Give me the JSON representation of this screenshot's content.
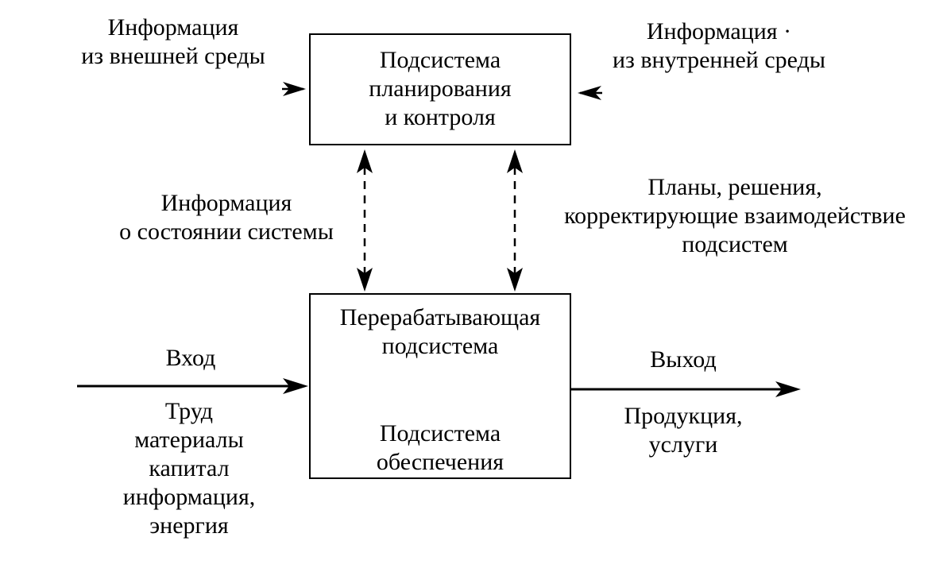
{
  "top_box": {
    "line1": "Подсистема",
    "line2": "планирования",
    "line3": "и контроля"
  },
  "bottom_box": {
    "upper_line1": "Перерабатывающая",
    "upper_line2": "подсистема",
    "lower_line1": "Подсистема",
    "lower_line2": "обеспечения"
  },
  "external_info": {
    "line1": "Информация",
    "line2": "из внешней среды"
  },
  "internal_info": {
    "line1": "Информация ·",
    "line2": "из внутренней среды"
  },
  "state_info": {
    "line1": "Информация",
    "line2": "о состоянии системы"
  },
  "plans": {
    "line1": "Планы, решения,",
    "line2": "корректирующие взаимодействие",
    "line3": "подсистем"
  },
  "input": {
    "title": "Вход",
    "items": [
      "Труд",
      "материалы",
      "капитал",
      "информация,",
      "энергия"
    ]
  },
  "output": {
    "title": "Выход",
    "line1": "Продукция,",
    "line2": "услуги"
  }
}
